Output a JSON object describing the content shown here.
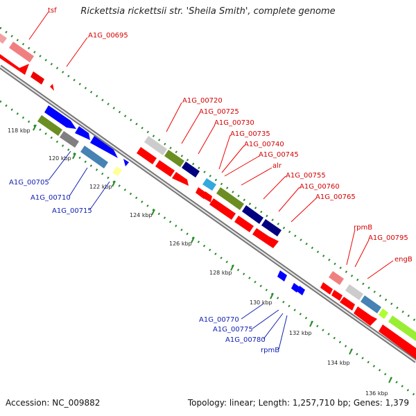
{
  "title": "Rickettsia rickettsii str. 'Sheila Smith', complete genome",
  "footer": {
    "accession": "Accession: NC_009882",
    "summary": "Topology: linear; Length: 1,257,710 bp; Genes: 1,379"
  },
  "colors": {
    "forward_cds": "#ff0000",
    "reverse_cds": "#0000ff",
    "forward_label": "#d40000",
    "reverse_label": "#1020b0",
    "backbone": "#8c8c8c",
    "tick_marks": "#2a8a2a"
  },
  "ticks": [
    "118 kbp",
    "120 kbp",
    "122 kbp",
    "124 kbp",
    "126 kbp",
    "128 kbp",
    "130 kbp",
    "132 kbp",
    "134 kbp",
    "136 kbp"
  ],
  "forward_gene_labels": [
    "tsf",
    "A1G_00695",
    "A1G_00720",
    "A1G_00725",
    "A1G_00730",
    "A1G_00735",
    "A1G_00740",
    "A1G_00745",
    "alr",
    "A1G_00755",
    "A1G_00760",
    "A1G_00765",
    "rpmB",
    "A1G_00795",
    "engB"
  ],
  "reverse_gene_labels": [
    "A1G_00705",
    "A1G_00710",
    "A1G_00715",
    "A1G_00770",
    "A1G_00775",
    "A1G_00780",
    "rpmB"
  ]
}
